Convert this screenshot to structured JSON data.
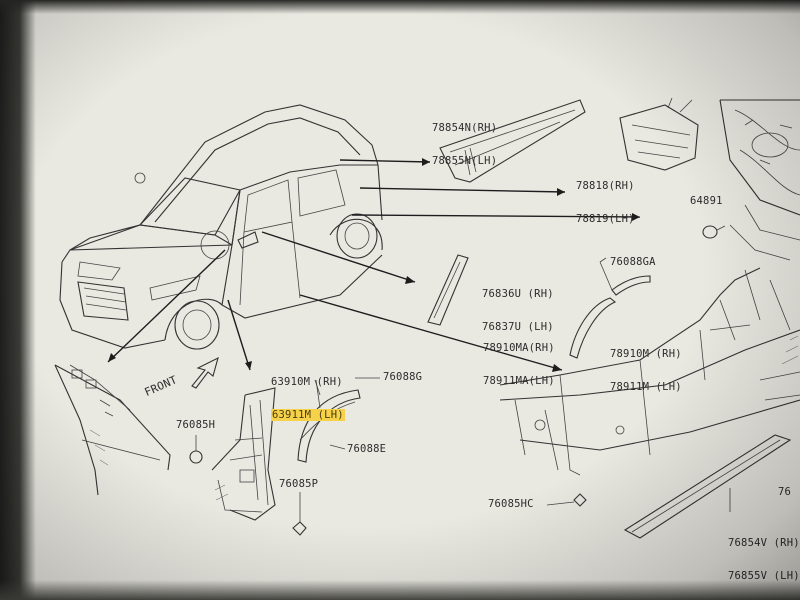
{
  "labels": {
    "trim_78854": [
      "78854N(RH)",
      "78855N(LH)"
    ],
    "trim_78818": [
      "78818(RH)",
      "78819(LH)"
    ],
    "clip_64891": "64891",
    "trim_76836": [
      "76836U (RH)",
      "76837U (LH)"
    ],
    "clip_76088ga": "76088GA",
    "molding_78910ma": [
      "78910MA(RH)",
      "78911MA(LH)"
    ],
    "molding_78910m": [
      "78910M (RH)",
      "78911M (LH)"
    ],
    "fender_63910m": [
      "63910M (RH)",
      "63911M (LH)"
    ],
    "clip_76088g": "76088G",
    "clip_76088e": "76088E",
    "clip_76085h": "76085H",
    "clip_76085p": "76085P",
    "clip_76085hc": "76085HC",
    "sill_76854v": [
      "76854V (RH)",
      "76855V (LH)"
    ],
    "front_marker": "FRONT",
    "cut_off_label": "76"
  },
  "highlight_color": "#f6d24a"
}
